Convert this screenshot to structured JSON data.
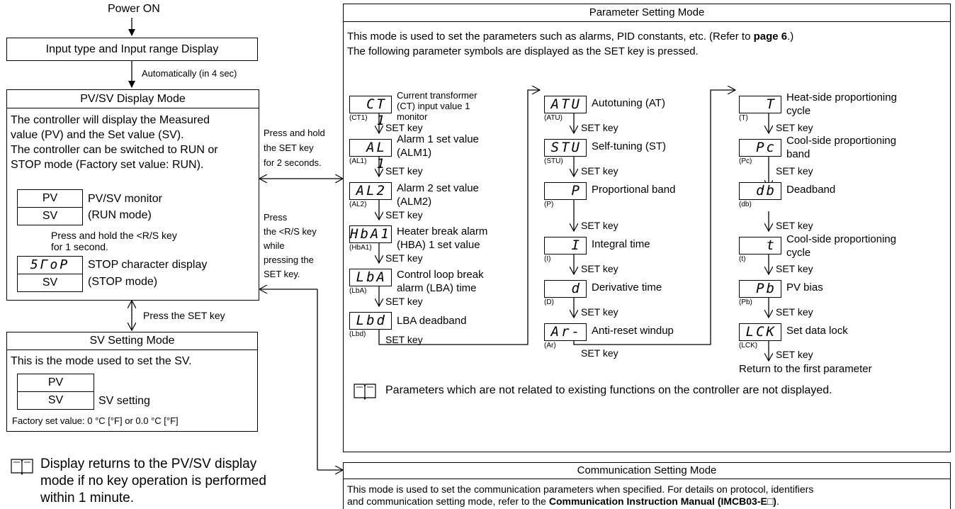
{
  "power_on": "Power ON",
  "input_box": {
    "label": "Input type and Input range Display"
  },
  "auto_label": "Automatically (in 4 sec)",
  "pvsv_mode": {
    "title": "PV/SV Display Mode",
    "desc": [
      "The controller will display the Measured",
      "value (PV) and the Set value (SV).",
      "The controller can be switched to RUN or",
      "STOP mode (Factory set value: RUN)."
    ],
    "run_top": "PV",
    "run_bottom": "SV",
    "run_label": [
      "PV/SV monitor",
      "(RUN mode)"
    ],
    "hold_note": [
      "Press and hold the <R/S key",
      "for 1 second."
    ],
    "stop_top": "5ΓoP",
    "stop_bottom": "SV",
    "stop_label": [
      "STOP character display",
      "(STOP mode)"
    ]
  },
  "press_set": "Press the SET key",
  "sv_mode": {
    "title": "SV Setting Mode",
    "desc": "This is the mode used to set the SV.",
    "top": "PV",
    "bottom": "SV",
    "label": "SV setting",
    "factory": "Factory set value:   0 °C [°F] or 0.0 °C [°F]"
  },
  "note_bottom": [
    "Display returns to the PV/SV display",
    "mode if no key operation is performed",
    "within 1 minute."
  ],
  "arrow_note1": [
    "Press and hold",
    "the SET key",
    "for 2 seconds."
  ],
  "arrow_note2": [
    "Press",
    "the <R/S key",
    "while",
    "pressing the",
    "SET key."
  ],
  "param_mode": {
    "title": "Parameter Setting Mode",
    "intro1_pre": "This mode is used to set the parameters such as alarms, PID constants, etc. (Refer to ",
    "intro1_bold": "page 6",
    "intro1_post": ".)",
    "intro2": "The following parameter symbols are displayed as the SET key is pressed.",
    "set_key": "SET key",
    "col1": [
      {
        "lcd": "CT 1",
        "sym": "(CT1)",
        "label": [
          "Current transformer",
          "(CT) input value 1",
          "monitor"
        ]
      },
      {
        "lcd": "AL 1",
        "sym": "(AL1)",
        "label": [
          "Alarm 1 set value",
          "(ALM1)"
        ]
      },
      {
        "lcd": "AL2",
        "sym": "(AL2)",
        "label": [
          "Alarm 2 set value",
          "(ALM2)"
        ]
      },
      {
        "lcd": "HbA1",
        "sym": "(HbA1)",
        "label": [
          "Heater break alarm",
          "(HBA) 1 set value"
        ]
      },
      {
        "lcd": "LbA",
        "sym": "(LbA)",
        "label": [
          "Control loop break",
          "alarm (LBA) time"
        ]
      },
      {
        "lcd": "Lbd",
        "sym": "(Lbd)",
        "label": [
          "LBA deadband"
        ]
      }
    ],
    "col2": [
      {
        "lcd": "ATU",
        "sym": "(ATU)",
        "label": [
          "Autotuning (AT)"
        ]
      },
      {
        "lcd": "STU",
        "sym": "(STU)",
        "label": [
          "Self-tuning (ST)"
        ]
      },
      {
        "lcd": "P",
        "sym": "(P)",
        "label": [
          "Proportional band"
        ]
      },
      {
        "lcd": "I",
        "sym": "(I)",
        "label": [
          "Integral time"
        ]
      },
      {
        "lcd": "d",
        "sym": "(D)",
        "label": [
          "Derivative time"
        ]
      },
      {
        "lcd": "Ar-",
        "sym": "(Ar)",
        "label": [
          "Anti-reset windup"
        ]
      }
    ],
    "col3": [
      {
        "lcd": "T",
        "sym": "(T)",
        "label": [
          "Heat-side proportioning",
          "cycle"
        ]
      },
      {
        "lcd": "Pc",
        "sym": "(Pc)",
        "label": [
          "Cool-side proportioning",
          "band"
        ]
      },
      {
        "lcd": "db",
        "sym": "(db)",
        "label": [
          "Deadband"
        ]
      },
      {
        "lcd": "t",
        "sym": "(t)",
        "label": [
          "Cool-side proportioning",
          "cycle"
        ]
      },
      {
        "lcd": "Pb",
        "sym": "(Pb)",
        "label": [
          "PV bias"
        ]
      },
      {
        "lcd": "LCK",
        "sym": "(LCK)",
        "label": [
          "Set data lock"
        ]
      }
    ],
    "return_note": "Return to the first parameter",
    "footnote": "Parameters which are not related to existing functions on the controller are not displayed."
  },
  "comm_mode": {
    "title": "Communication Setting Mode",
    "line1": "This mode is used to set the communication parameters when specified. For details on protocol, identifiers",
    "line2_pre": "and communication setting mode, refer to the ",
    "line2_bold": "Communication Instruction Manual (IMCB03-E□)",
    "line2_post": "."
  }
}
